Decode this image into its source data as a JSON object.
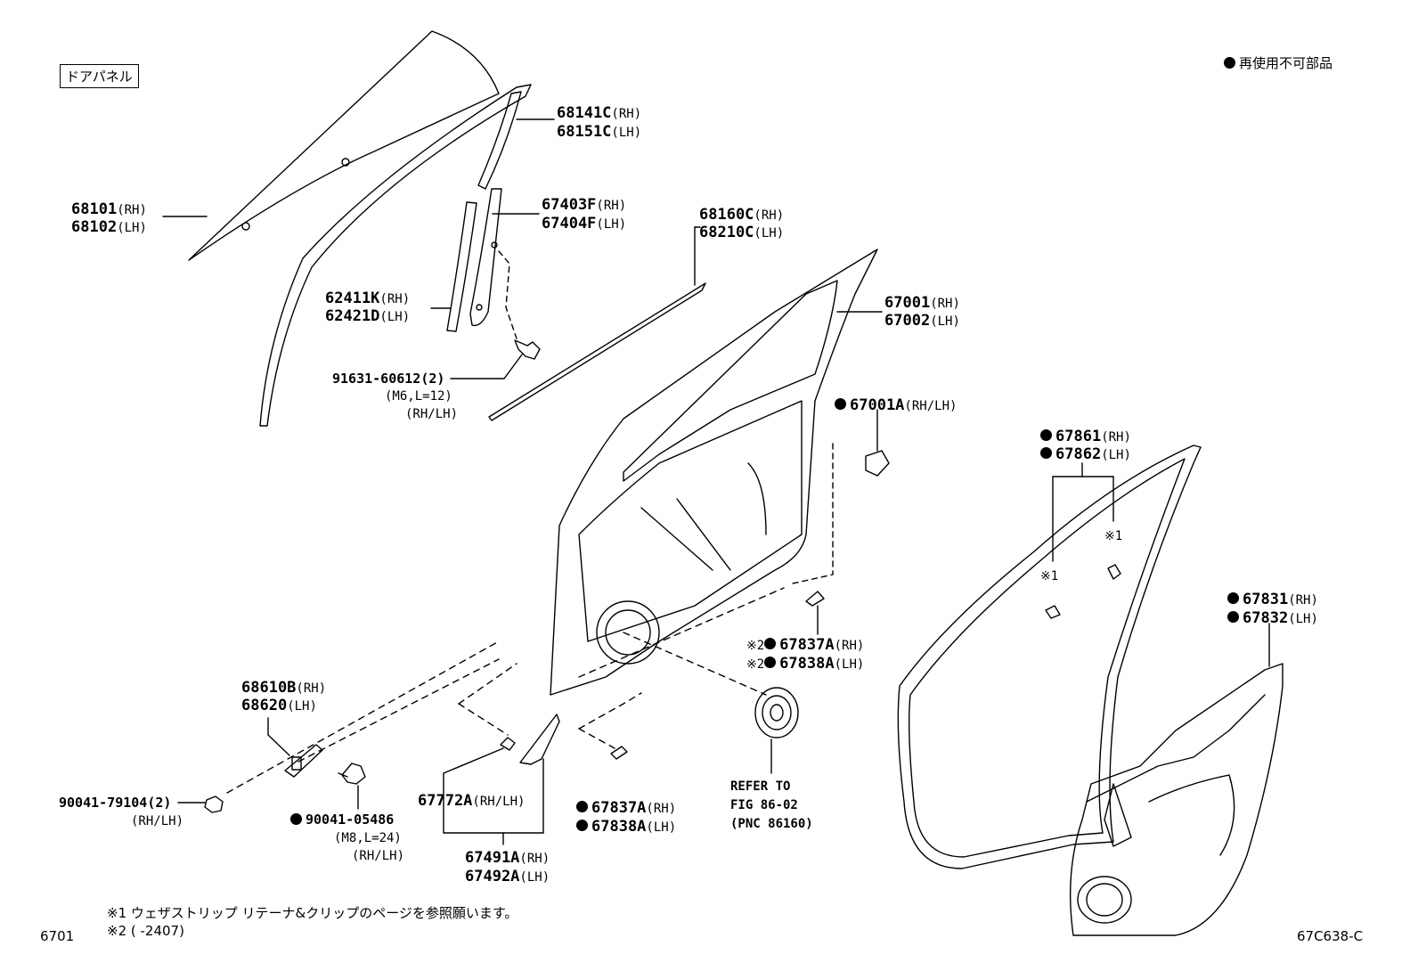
{
  "title_box": "ドアパネル",
  "legend": "再使用不可部品",
  "labels": {
    "p68141c": [
      "68141C",
      "(RH)"
    ],
    "p68151c": [
      "68151C",
      "(LH)"
    ],
    "p68101": [
      "68101",
      "(RH)"
    ],
    "p68102": [
      "68102",
      "(LH)"
    ],
    "p67403f": [
      "67403F",
      "(RH)"
    ],
    "p67404f": [
      "67404F",
      "(LH)"
    ],
    "p68160c": [
      "68160C",
      "(RH)"
    ],
    "p68210c": [
      "68210C",
      "(LH)"
    ],
    "p62411k": [
      "62411K",
      "(RH)"
    ],
    "p62421d": [
      "62421D",
      "(LH)"
    ],
    "p67001": [
      "67001",
      "(RH)"
    ],
    "p67002": [
      "67002",
      "(LH)"
    ],
    "p91631": "91631-60612(2)",
    "p91631_sub1": "(M6,L=12)",
    "p91631_sub2": "(RH/LH)",
    "p67001a": [
      "67001A",
      "(RH/LH)"
    ],
    "p67861": [
      "67861",
      "(RH)"
    ],
    "p67862": [
      "67862",
      "(LH)"
    ],
    "mark1_a": "※1",
    "mark1_b": "※1",
    "p67831": [
      "67831",
      "(RH)"
    ],
    "p67832": [
      "67832",
      "(LH)"
    ],
    "p67837a_top": [
      "※2",
      "67837A",
      "(RH)"
    ],
    "p67838a_top": [
      "※2",
      "67838A",
      "(LH)"
    ],
    "p68610b": [
      "68610B",
      "(RH)"
    ],
    "p68620": [
      "68620",
      "(LH)"
    ],
    "p90041_79104": "90041-79104(2)",
    "p90041_79104_sub": "(RH/LH)",
    "p90041_05486": "90041-05486",
    "p90041_05486_sub1": "(M8,L=24)",
    "p90041_05486_sub2": "(RH/LH)",
    "p67772a": [
      "67772A",
      "(RH/LH)"
    ],
    "p67491a": [
      "67491A",
      "(RH)"
    ],
    "p67492a": [
      "67492A",
      "(LH)"
    ],
    "p67837a_bot": [
      "67837A",
      "(RH)"
    ],
    "p67838a_bot": [
      "67838A",
      "(LH)"
    ],
    "refer1": "REFER TO",
    "refer2": "FIG 86-02",
    "refer3": "(PNC 86160)"
  },
  "notes": {
    "note1": "※1 ウェザストリップ リテーナ&クリップのページを参照願います。",
    "note2": "※2 (     -2407)"
  },
  "page_code": "6701",
  "drawing_code": "67C638-C"
}
